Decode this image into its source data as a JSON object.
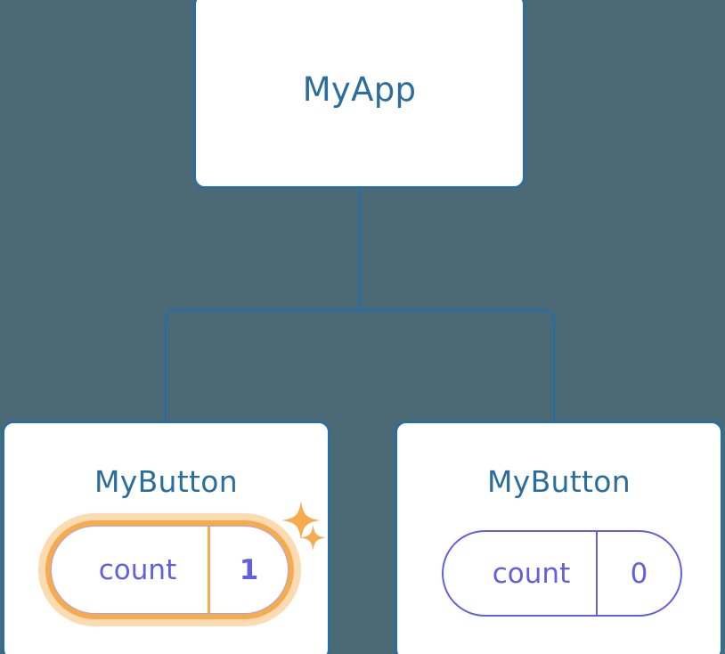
{
  "diagram": {
    "type": "component-tree",
    "background_color": "#4c6a76",
    "node_border_color": "#2b6d9c",
    "node_fill_color": "#ffffff",
    "connector_color": "#2b6d9c",
    "title_text_color": "#2b6d9c",
    "state_text_color": "#6360e0",
    "highlight_color": "#f6ab4f",
    "highlight_glow_color": "#fbdcb2"
  },
  "root": {
    "title": "MyApp"
  },
  "children": [
    {
      "title": "MyButton",
      "state": {
        "key": "count",
        "value": "1"
      },
      "highlighted": true,
      "sparkles": [
        "sparkle-large",
        "sparkle-small"
      ]
    },
    {
      "title": "MyButton",
      "state": {
        "key": "count",
        "value": "0"
      },
      "highlighted": false,
      "sparkles": []
    }
  ]
}
